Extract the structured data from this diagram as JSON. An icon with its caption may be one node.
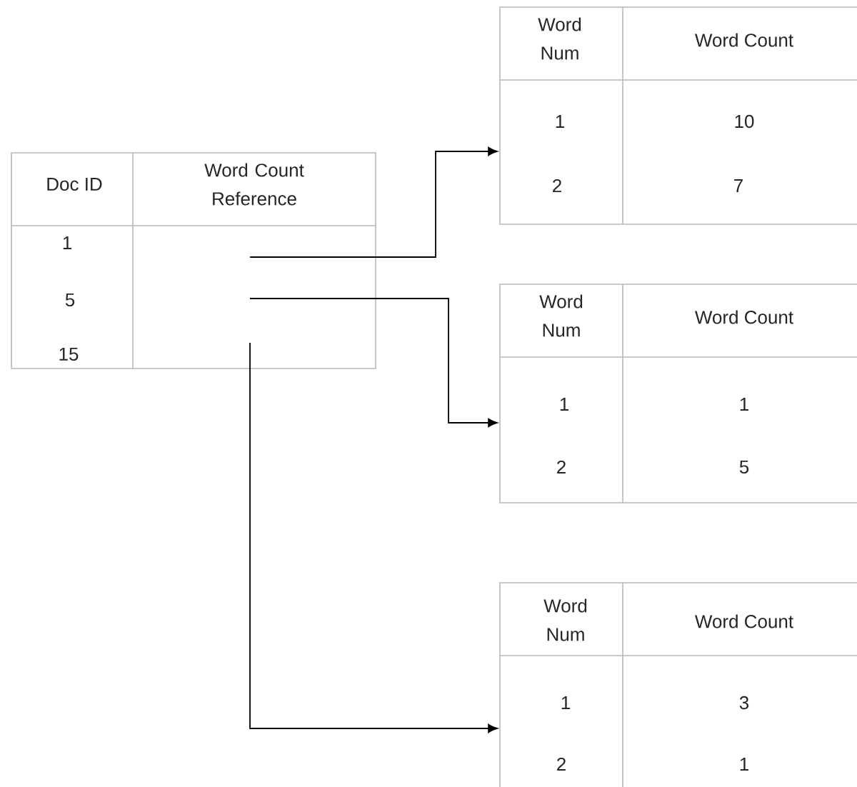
{
  "diagram": {
    "nodes": [
      {
        "text": [
          "Doc ID",
          "Word Count Reference",
          "1",
          "5",
          "15"
        ]
      },
      {
        "text": [
          "Word Num",
          "Word Count",
          "1",
          "10",
          "2",
          "7"
        ]
      },
      {
        "text": [
          "Word Num",
          "Word Count",
          "1",
          "1",
          "2",
          "5"
        ]
      },
      {
        "text": [
          "Word Num",
          "Word Count",
          "1",
          "3",
          "2",
          "1"
        ]
      }
    ],
    "edges": [
      {
        "from": 0,
        "to": 1,
        "arrow": "to"
      },
      {
        "from": 0,
        "to": 2,
        "arrow": "to"
      },
      {
        "from": 0,
        "to": 3,
        "arrow": "to"
      }
    ]
  }
}
